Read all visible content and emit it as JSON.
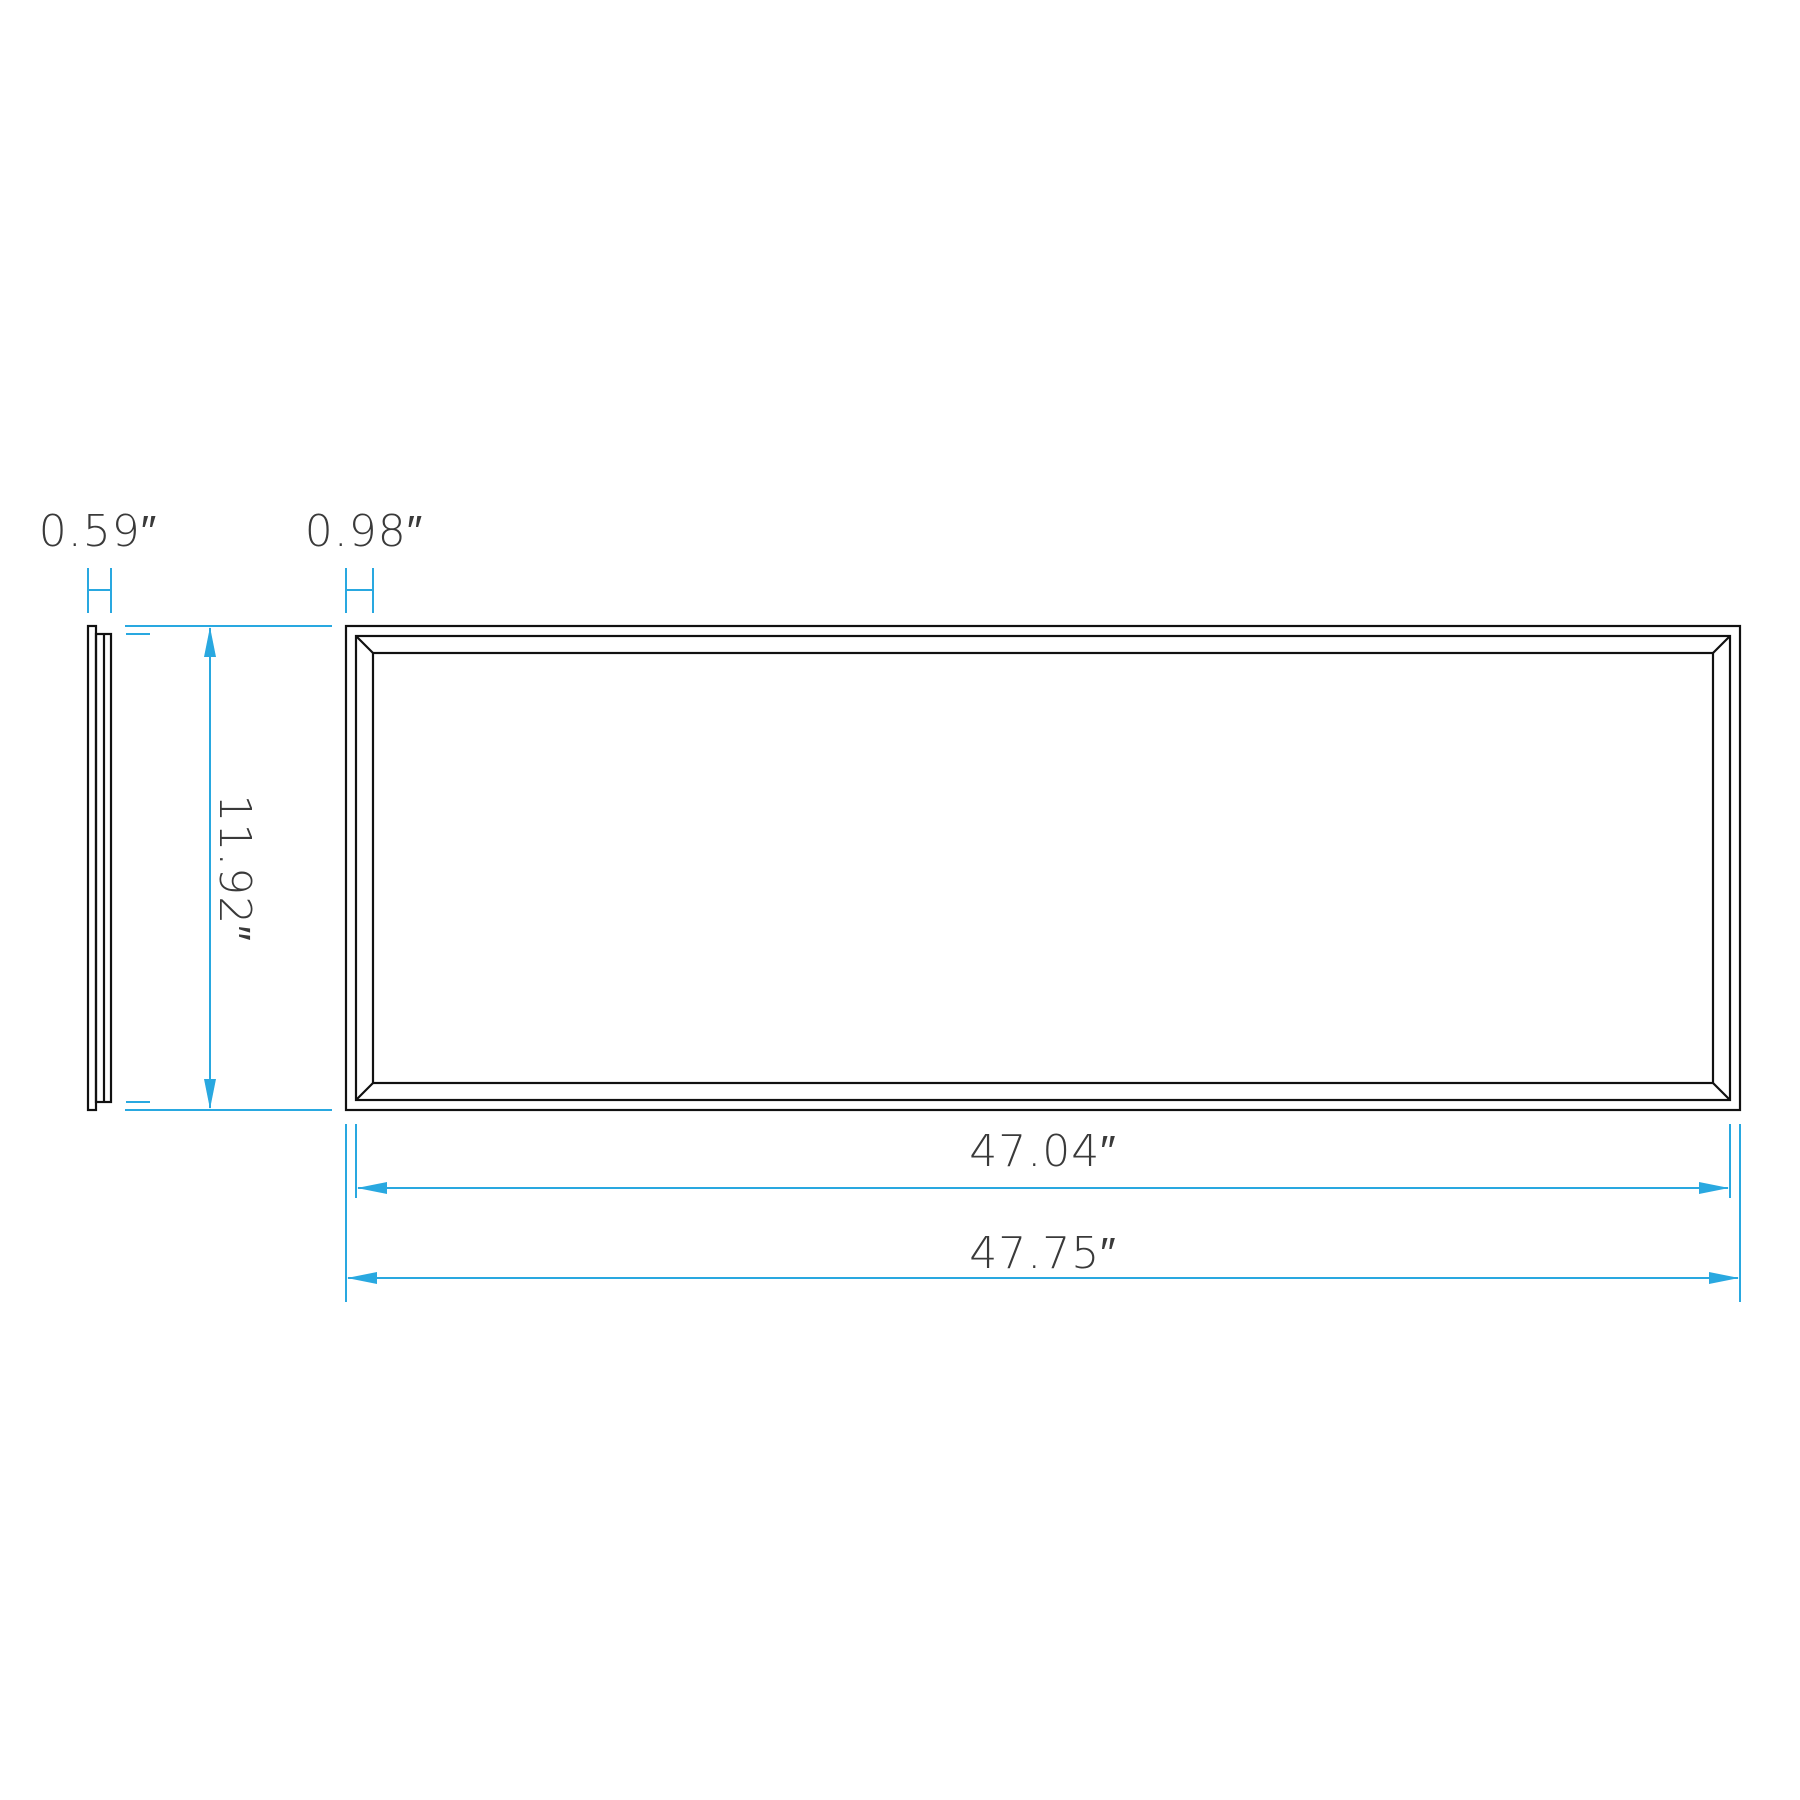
{
  "colors": {
    "dimension": "#29a8e0",
    "outline": "#111111",
    "text": "#3a3a3a",
    "background": "#ffffff"
  },
  "dimensions": {
    "side_thickness": "0.59″",
    "frame_border": "0.98″",
    "height": "11.92″",
    "inner_width": "47.04″",
    "overall_width": "47.75″"
  }
}
